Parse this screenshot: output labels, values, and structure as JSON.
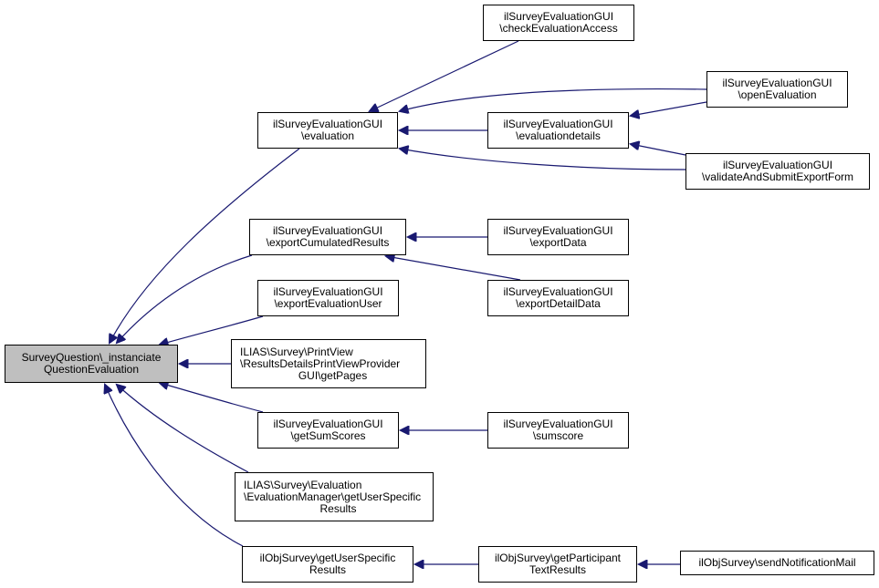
{
  "diagram": {
    "type": "call-graph",
    "edge_color": "#191970",
    "root_fill": "#bfbfbf",
    "nodes": [
      {
        "id": "root",
        "lines": [
          "SurveyQuestion\\_instanciate",
          "QuestionEvaluation"
        ],
        "root": true
      },
      {
        "id": "evaluation",
        "lines": [
          "ilSurveyEvaluationGUI",
          "\\evaluation"
        ]
      },
      {
        "id": "checkEvaluationAccess",
        "lines": [
          "ilSurveyEvaluationGUI",
          "\\checkEvaluationAccess"
        ]
      },
      {
        "id": "evaluationdetails",
        "lines": [
          "ilSurveyEvaluationGUI",
          "\\evaluationdetails"
        ]
      },
      {
        "id": "openEvaluation",
        "lines": [
          "ilSurveyEvaluationGUI",
          "\\openEvaluation"
        ]
      },
      {
        "id": "validateAndSubmitExportForm",
        "lines": [
          "ilSurveyEvaluationGUI",
          "\\validateAndSubmitExportForm"
        ]
      },
      {
        "id": "exportCumulatedResults",
        "lines": [
          "ilSurveyEvaluationGUI",
          "\\exportCumulatedResults"
        ]
      },
      {
        "id": "exportData",
        "lines": [
          "ilSurveyEvaluationGUI",
          "\\exportData"
        ]
      },
      {
        "id": "exportDetailData",
        "lines": [
          "ilSurveyEvaluationGUI",
          "\\exportDetailData"
        ]
      },
      {
        "id": "exportEvaluationUser",
        "lines": [
          "ilSurveyEvaluationGUI",
          "\\exportEvaluationUser"
        ]
      },
      {
        "id": "getPages",
        "lines": [
          "ILIAS\\Survey\\PrintView",
          "\\ResultsDetailsPrintViewProvider",
          "GUI\\getPages"
        ]
      },
      {
        "id": "getSumScores",
        "lines": [
          "ilSurveyEvaluationGUI",
          "\\getSumScores"
        ]
      },
      {
        "id": "sumscore",
        "lines": [
          "ilSurveyEvaluationGUI",
          "\\sumscore"
        ]
      },
      {
        "id": "evalManagerGetUserSpecificResults",
        "lines": [
          "ILIAS\\Survey\\Evaluation",
          "\\EvaluationManager\\getUserSpecific",
          "Results"
        ]
      },
      {
        "id": "objSurveyGetUserSpecificResults",
        "lines": [
          "ilObjSurvey\\getUserSpecific",
          "Results"
        ]
      },
      {
        "id": "getParticipantTextResults",
        "lines": [
          "ilObjSurvey\\getParticipant",
          "TextResults"
        ]
      },
      {
        "id": "sendNotificationMail",
        "lines": [
          "ilObjSurvey\\sendNotificationMail"
        ]
      }
    ],
    "edges": [
      {
        "from": "evaluation",
        "to": "root"
      },
      {
        "from": "exportCumulatedResults",
        "to": "root"
      },
      {
        "from": "exportEvaluationUser",
        "to": "root"
      },
      {
        "from": "getPages",
        "to": "root"
      },
      {
        "from": "getSumScores",
        "to": "root"
      },
      {
        "from": "evalManagerGetUserSpecificResults",
        "to": "root"
      },
      {
        "from": "objSurveyGetUserSpecificResults",
        "to": "root"
      },
      {
        "from": "checkEvaluationAccess",
        "to": "evaluation"
      },
      {
        "from": "openEvaluation",
        "to": "evaluation"
      },
      {
        "from": "evaluationdetails",
        "to": "evaluation"
      },
      {
        "from": "validateAndSubmitExportForm",
        "to": "evaluation"
      },
      {
        "from": "openEvaluation",
        "to": "evaluationdetails"
      },
      {
        "from": "validateAndSubmitExportForm",
        "to": "evaluationdetails"
      },
      {
        "from": "exportData",
        "to": "exportCumulatedResults"
      },
      {
        "from": "exportDetailData",
        "to": "exportCumulatedResults"
      },
      {
        "from": "sumscore",
        "to": "getSumScores"
      },
      {
        "from": "getParticipantTextResults",
        "to": "objSurveyGetUserSpecificResults"
      },
      {
        "from": "sendNotificationMail",
        "to": "getParticipantTextResults"
      }
    ]
  }
}
